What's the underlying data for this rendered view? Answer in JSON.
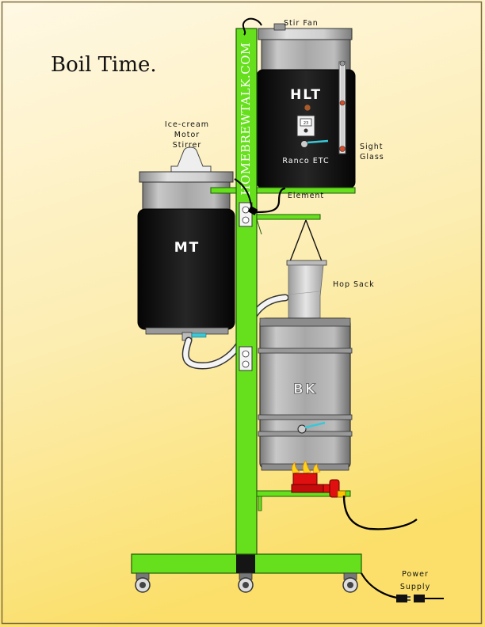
{
  "title": "Boil Time.",
  "stand_text": "HOMEBREWTALK.COM",
  "vessels": {
    "hlt": "HLT",
    "mt": "MT",
    "bk": "BK"
  },
  "labels": {
    "stir_fan": "Stir Fan",
    "ice_cream_1": "Ice-cream",
    "ice_cream_2": "Motor",
    "ice_cream_3": "Stirrer",
    "ranco": "Ranco ETC",
    "element": "Element",
    "sight_1": "Sight",
    "sight_2": "Glass",
    "hop_sack": "Hop Sack",
    "power_1": "Power",
    "power_2": "Supply",
    "controller_tag": "23"
  },
  "colors": {
    "frame_green": "#66e01c",
    "frame_outline": "#1f5a06",
    "vessel_black": "#141414",
    "steel": "#b4b4b4",
    "valve_teal": "#38c8d8",
    "burner_red": "#e01010",
    "background_top": "#fdf3d8",
    "background_bottom": "#fbe68a"
  }
}
